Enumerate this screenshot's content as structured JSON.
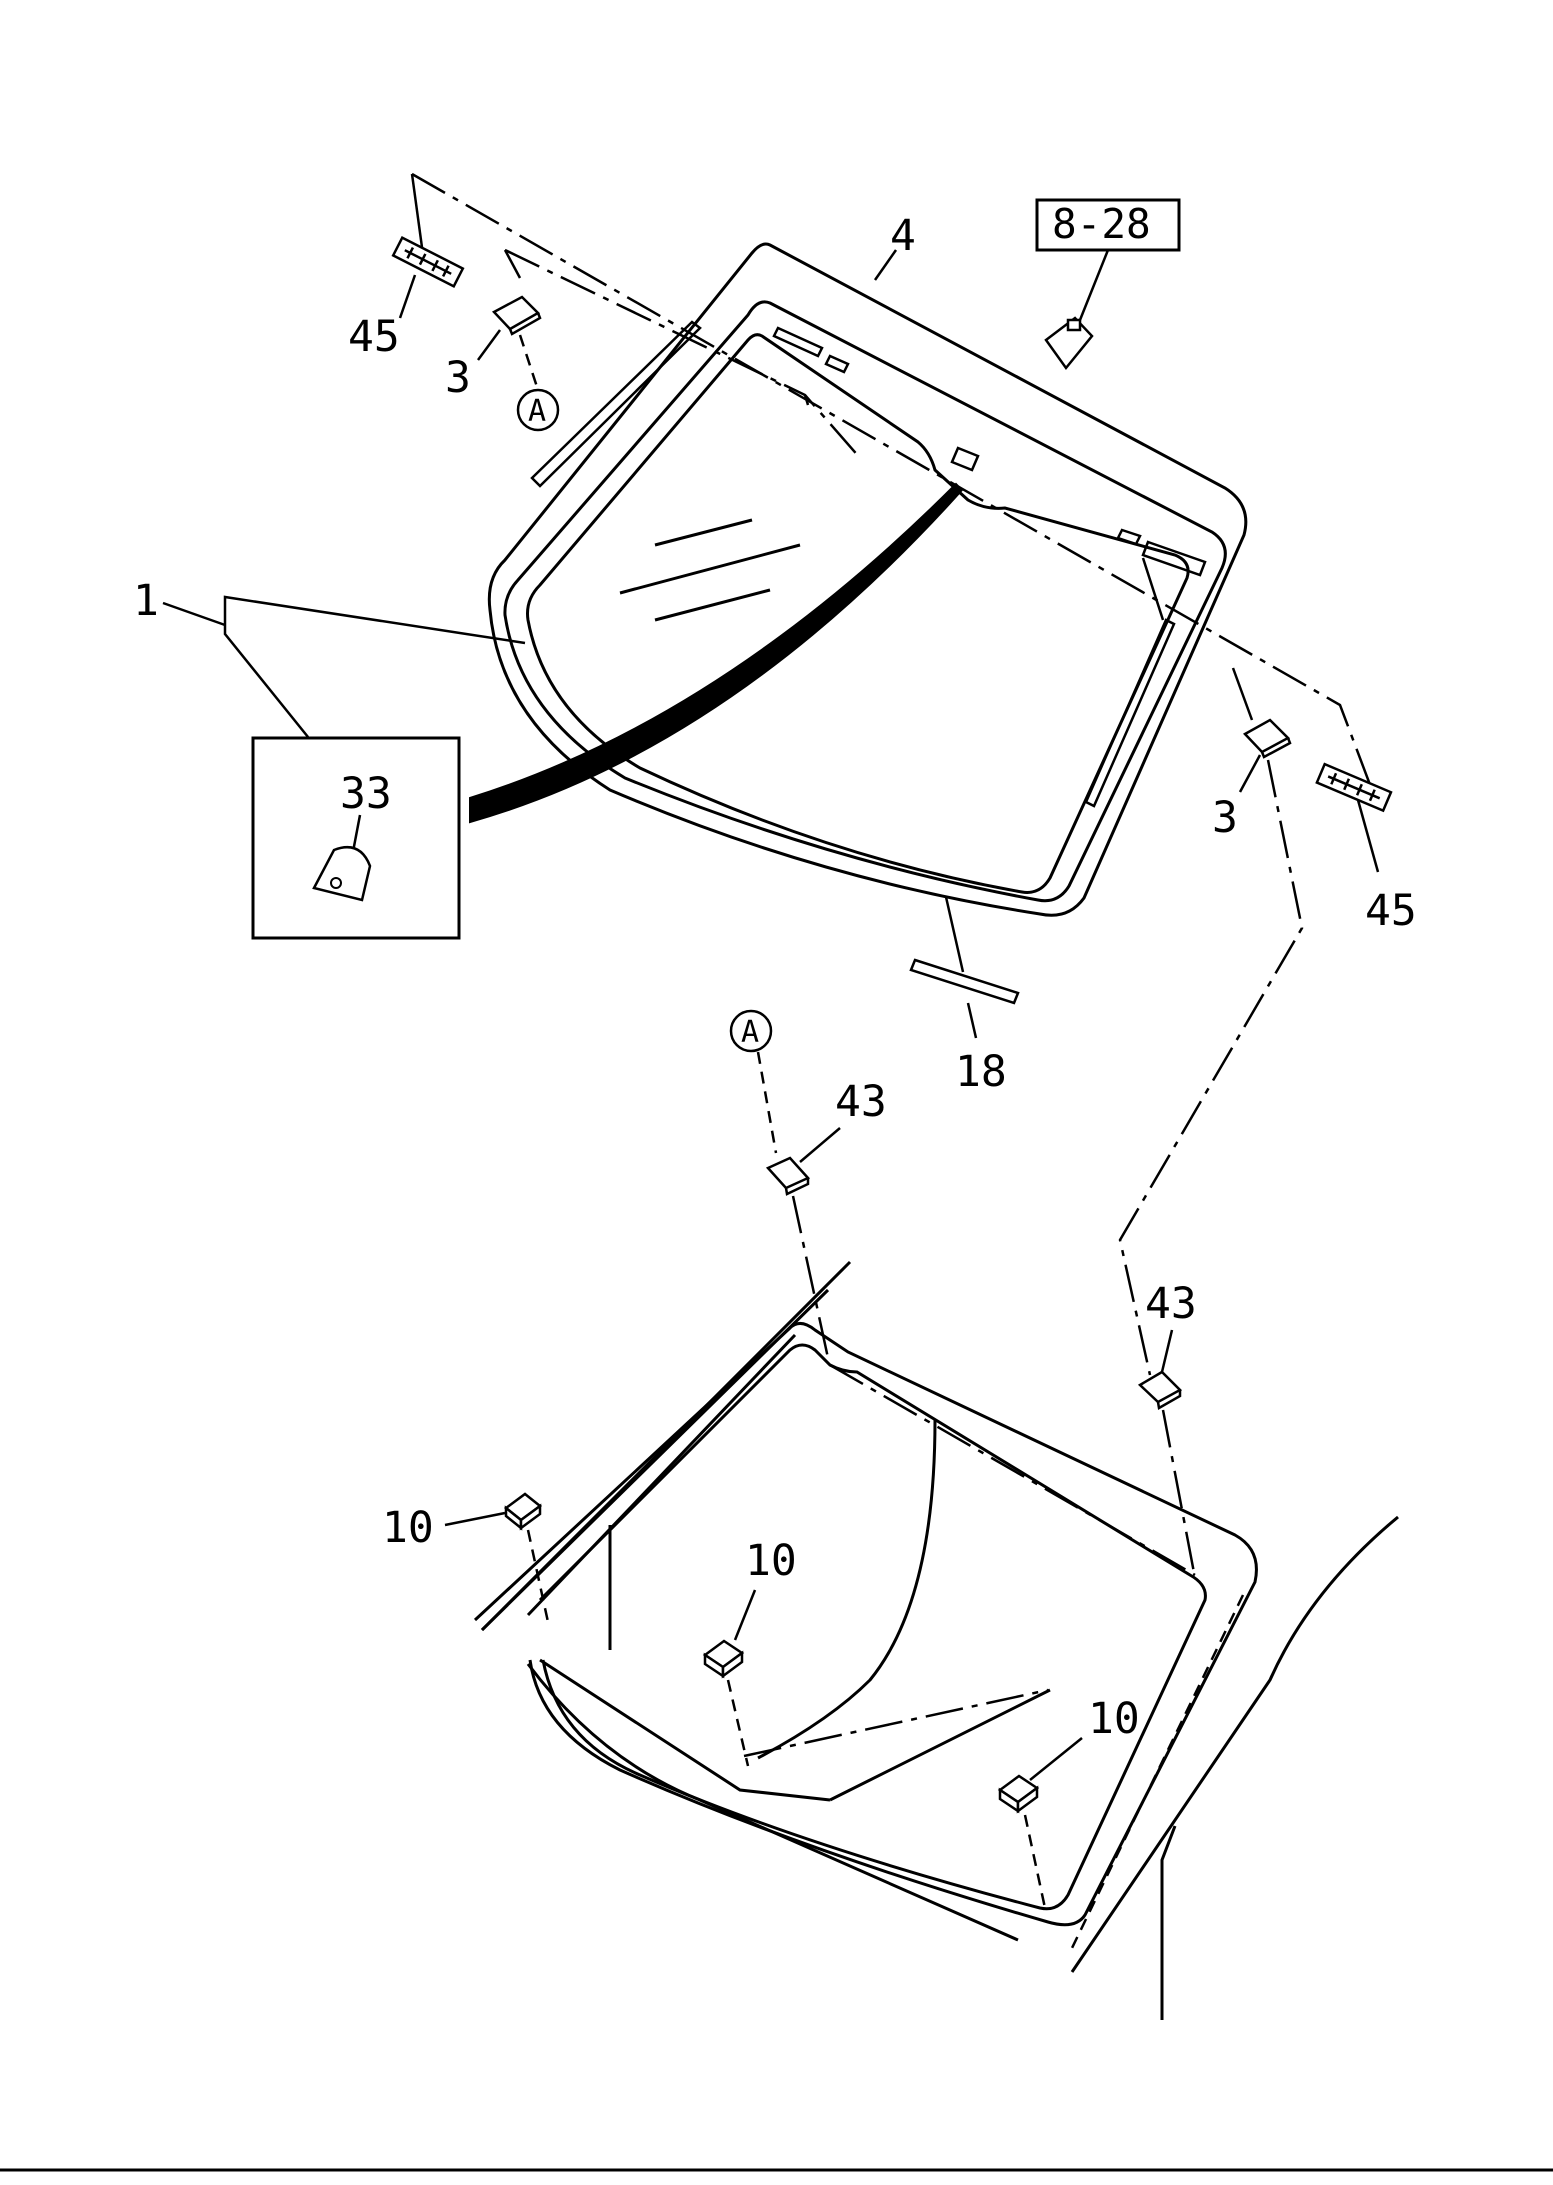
{
  "diagram": {
    "type": "exploded-parts-diagram",
    "callouts": [
      {
        "id": "callout-1",
        "label": "1"
      },
      {
        "id": "callout-3-left",
        "label": "3"
      },
      {
        "id": "callout-3-right",
        "label": "3"
      },
      {
        "id": "callout-4",
        "label": "4"
      },
      {
        "id": "callout-10-left",
        "label": "10"
      },
      {
        "id": "callout-10-center",
        "label": "10"
      },
      {
        "id": "callout-10-right",
        "label": "10"
      },
      {
        "id": "callout-18",
        "label": "18"
      },
      {
        "id": "callout-33",
        "label": "33"
      },
      {
        "id": "callout-43-left",
        "label": "43"
      },
      {
        "id": "callout-43-right",
        "label": "43"
      },
      {
        "id": "callout-45-left",
        "label": "45"
      },
      {
        "id": "callout-45-right",
        "label": "45"
      }
    ],
    "reference_box": {
      "label": "8-28"
    },
    "connectors": [
      {
        "id": "connector-a-top",
        "letter": "A"
      },
      {
        "id": "connector-a-bottom",
        "letter": "A"
      }
    ]
  }
}
